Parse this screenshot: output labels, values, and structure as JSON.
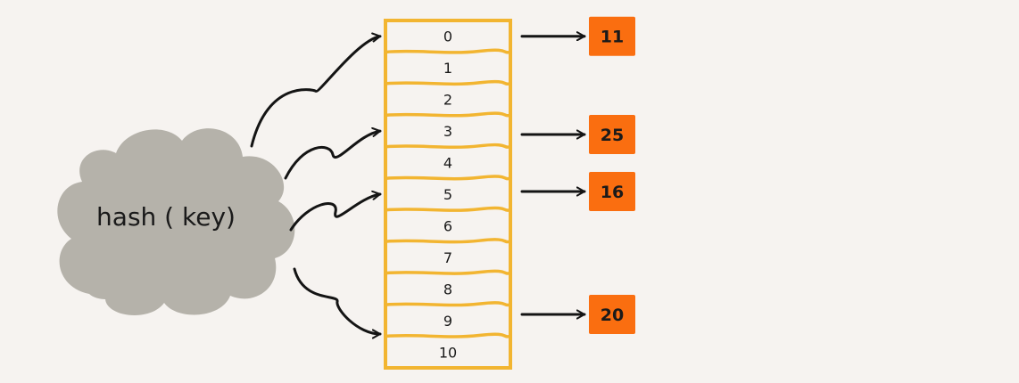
{
  "cloud": {
    "label": "hash ( key)",
    "color": "#b5b2aa"
  },
  "table": {
    "slots": [
      "0",
      "1",
      "2",
      "3",
      "4",
      "5",
      "6",
      "7",
      "8",
      "9",
      "10"
    ],
    "border_color": "#f2b531"
  },
  "nodes": [
    {
      "slot": 0,
      "value": "11"
    },
    {
      "slot": 3,
      "value": "25"
    },
    {
      "slot": 5,
      "value": "16"
    },
    {
      "slot": 9,
      "value": "20"
    }
  ],
  "hashed_slots": [
    0,
    3,
    5,
    9
  ],
  "colors": {
    "node_fill": "#fa6e10",
    "stroke": "#141414",
    "background": "#f6f3f0"
  }
}
